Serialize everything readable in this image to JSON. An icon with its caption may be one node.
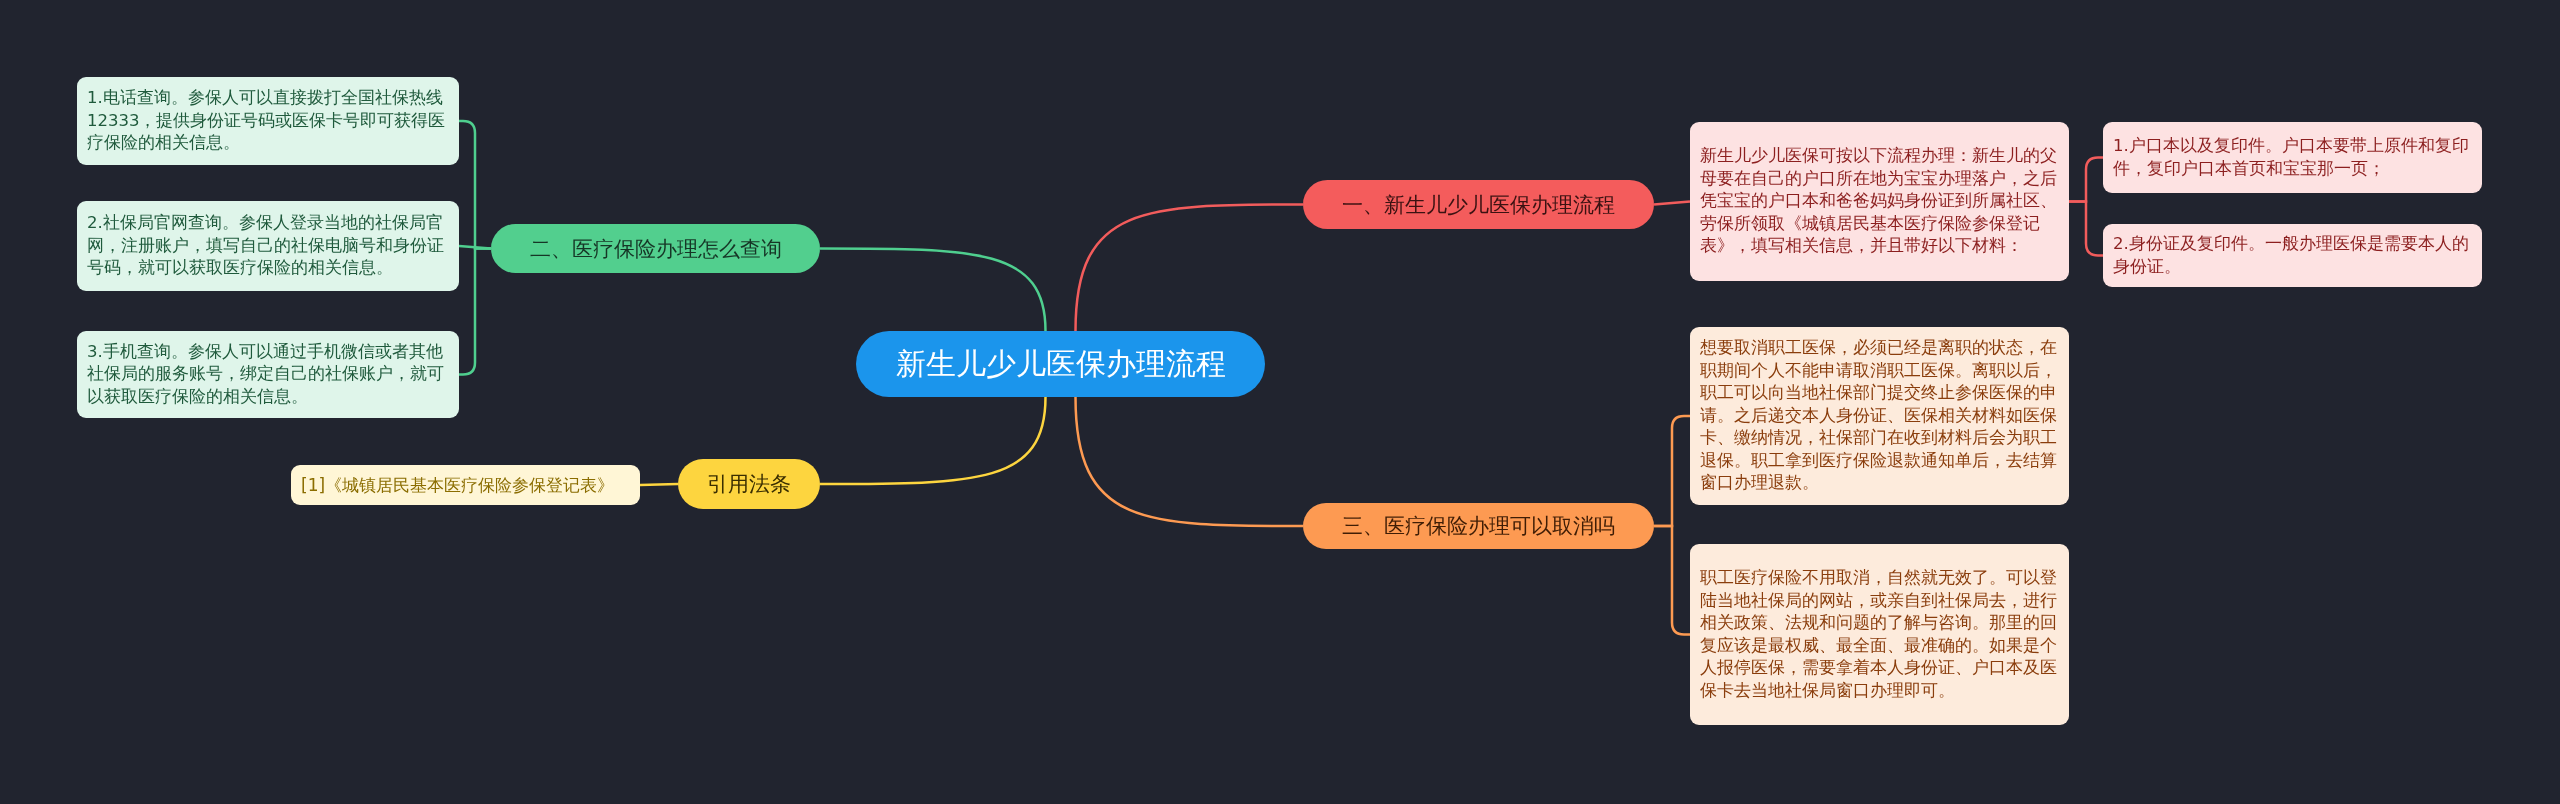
{
  "diagram": {
    "nodes": [
      {
        "text": [
          "新生儿少儿医保办理流程"
        ]
      },
      {
        "text": [
          "一、新生儿少儿医保办理流程"
        ]
      },
      {
        "text": [
          "新生儿少儿医保可按以下流程办理：新生儿的父母要在自己的户口所在地为宝宝办理落户，之后凭宝宝的户口本和爸爸妈妈身份证到所属社区、劳保所领取《城镇居民基本医疗保险参保登记表》，填写相关信息，并且带好以下材料："
        ]
      },
      {
        "text": [
          "1.户口本以及复印件。户口本要带上原件和复印件，复印户口本首页和宝宝那一页；"
        ]
      },
      {
        "text": [
          "2.身份证及复印件。一般办理医保是需要本人的身份证。"
        ]
      },
      {
        "text": [
          "二、医疗保险办理怎么查询"
        ]
      },
      {
        "text": [
          "1.电话查询。参保人可以直接拨打全国社保热线12333，提供身份证号码或医保卡号即可获得医疗保险的相关信息。"
        ]
      },
      {
        "text": [
          "2.社保局官网查询。参保人登录当地的社保局官网，注册账户，填写自己的社保电脑号和身份证号码，就可以获取医疗保险的相关信息。"
        ]
      },
      {
        "text": [
          "3.手机查询。参保人可以通过手机微信或者其他社保局的服务账号，绑定自己的社保账户，就可以获取医疗保险的相关信息。"
        ]
      },
      {
        "text": [
          "三、医疗保险办理可以取消吗"
        ]
      },
      {
        "text": [
          "想要取消职工医保，必须已经是离职的状态，在职期间个人不能申请取消职工医保。离职以后，职工可以向当地社保部门提交终止参保医保的申请。之后递交本人身份证、医保相关材料如医保卡、缴纳情况，社保部门在收到材料后会为职工退保。职工拿到医疗保险退款通知单后，去结算窗口办理退款。"
        ]
      },
      {
        "text": [
          "职工医疗保险不用取消，自然就无效了。可以登陆当地社保局的网站，或亲自到社保局去，进行相关政策、法规和问题的了解与咨询。那里的回复应该是最权威、最全面、最准确的。如果是个人报停医保，需要拿着本人身份证、户口本及医保卡去当地社保局窗口办理即可。"
        ]
      },
      {
        "text": [
          "引用法条"
        ]
      },
      {
        "text": [
          "[1]《城镇居民基本医疗保险参保登记表》"
        ]
      }
    ],
    "edges": [
      {
        "from": 0,
        "to": 1,
        "arrow": "none",
        "color": "#f25c5c"
      },
      {
        "from": 1,
        "to": 2,
        "arrow": "none",
        "color": "#f25c5c"
      },
      {
        "from": 2,
        "to": 3,
        "arrow": "none",
        "color": "#f25c5c"
      },
      {
        "from": 2,
        "to": 4,
        "arrow": "none",
        "color": "#f25c5c"
      },
      {
        "from": 0,
        "to": 5,
        "arrow": "none",
        "color": "#4fcf8f"
      },
      {
        "from": 5,
        "to": 6,
        "arrow": "none",
        "color": "#4fcf8f"
      },
      {
        "from": 5,
        "to": 7,
        "arrow": "none",
        "color": "#4fcf8f"
      },
      {
        "from": 5,
        "to": 8,
        "arrow": "none",
        "color": "#4fcf8f"
      },
      {
        "from": 0,
        "to": 9,
        "arrow": "none",
        "color": "#fd9a52"
      },
      {
        "from": 9,
        "to": 10,
        "arrow": "none",
        "color": "#fd9a52"
      },
      {
        "from": 9,
        "to": 11,
        "arrow": "none",
        "color": "#fd9a52"
      },
      {
        "from": 0,
        "to": 12,
        "arrow": "none",
        "color": "#fdd53f"
      },
      {
        "from": 12,
        "to": 13,
        "arrow": "none",
        "color": "#fdd53f"
      }
    ]
  }
}
